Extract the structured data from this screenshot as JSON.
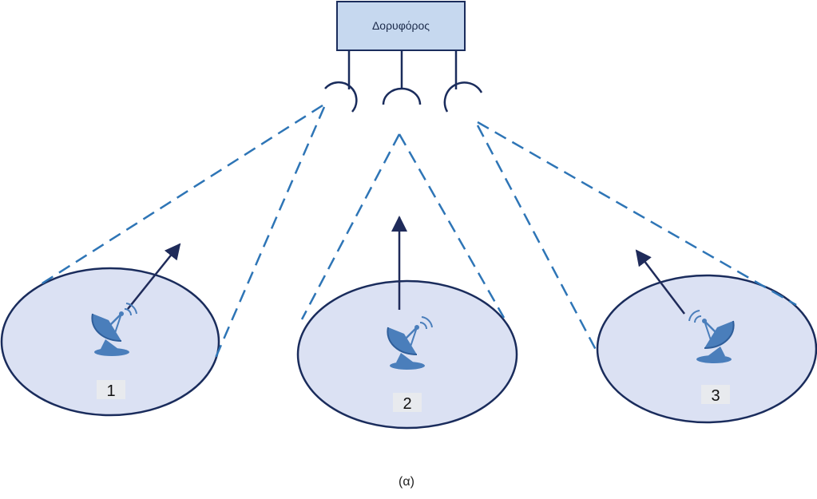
{
  "satellite": {
    "label": "Δορυφόρος"
  },
  "cells": [
    {
      "number": "1"
    },
    {
      "number": "2"
    },
    {
      "number": "3"
    }
  ],
  "caption": "(α)",
  "colors": {
    "satellite_fill": "#c6d8ef",
    "outline": "#1a2c5c",
    "cell_fill": "#dbe1f3",
    "beam": "#2e75b6",
    "dish": "#4a7ebb",
    "arrow": "#1f2b5a",
    "label_bg": "#e8eaee"
  },
  "icons": {
    "ground_station": "satellite-dish-icon"
  }
}
